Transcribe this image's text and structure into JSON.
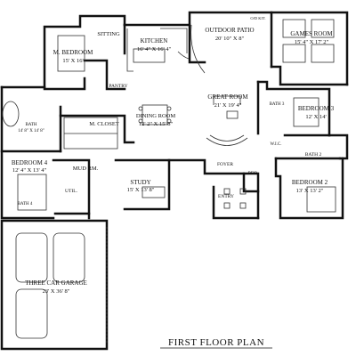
{
  "plan": {
    "title": "FIRST FLOOR PLAN",
    "rooms": {
      "outdoor_patio": {
        "name": "OUTDOOR PATIO",
        "dims": "20' 10\" X 8\""
      },
      "outdoor_kit": {
        "name": "O/D KIT."
      },
      "games_room": {
        "name": "GAMES ROOM",
        "dims": "15' 4\" X 17' 2\""
      },
      "sitting": {
        "name": "SITTING"
      },
      "m_bedroom": {
        "name": "M. BEDROOM",
        "dims": "15' X 16'"
      },
      "kitchen": {
        "name": "KITCHEN",
        "dims": "16' 4\" X 16' 4\""
      },
      "pantry": {
        "name": "PANTRY"
      },
      "great_room": {
        "name": "GREAT ROOM",
        "dims": "21' X 19' 4\""
      },
      "dining_room": {
        "name": "DINING ROOM",
        "dims": "12' 2\" X 15' 8\""
      },
      "m_closet": {
        "name": "M. CLOSET"
      },
      "bath_master": {
        "name": "BATH",
        "dims": "14' 8\" X 14' 8\""
      },
      "bath_3": {
        "name": "BATH 3"
      },
      "bedroom_3": {
        "name": "BEDROOM 3",
        "dims": "12' X 14'"
      },
      "wic": {
        "name": "W.I.C."
      },
      "bath_2": {
        "name": "BATH 2"
      },
      "bedroom_4": {
        "name": "BEDROOM 4",
        "dims": "12' 4\" X 13' 4\""
      },
      "mud_rm": {
        "name": "MUD RM."
      },
      "util": {
        "name": "UTIL."
      },
      "bath_4": {
        "name": "BATH 4"
      },
      "study": {
        "name": "STUDY",
        "dims": "15' X 13' 8\""
      },
      "foyer": {
        "name": "FOYER"
      },
      "pdr": {
        "name": "PDR"
      },
      "entry": {
        "name": "ENTRY"
      },
      "bedroom_2": {
        "name": "BEDROOM 2",
        "dims": "13' X 13' 2\""
      },
      "three_car_garage": {
        "name": "THREE CAR GARAGE",
        "dims": "23' X 36' 8\""
      }
    }
  }
}
